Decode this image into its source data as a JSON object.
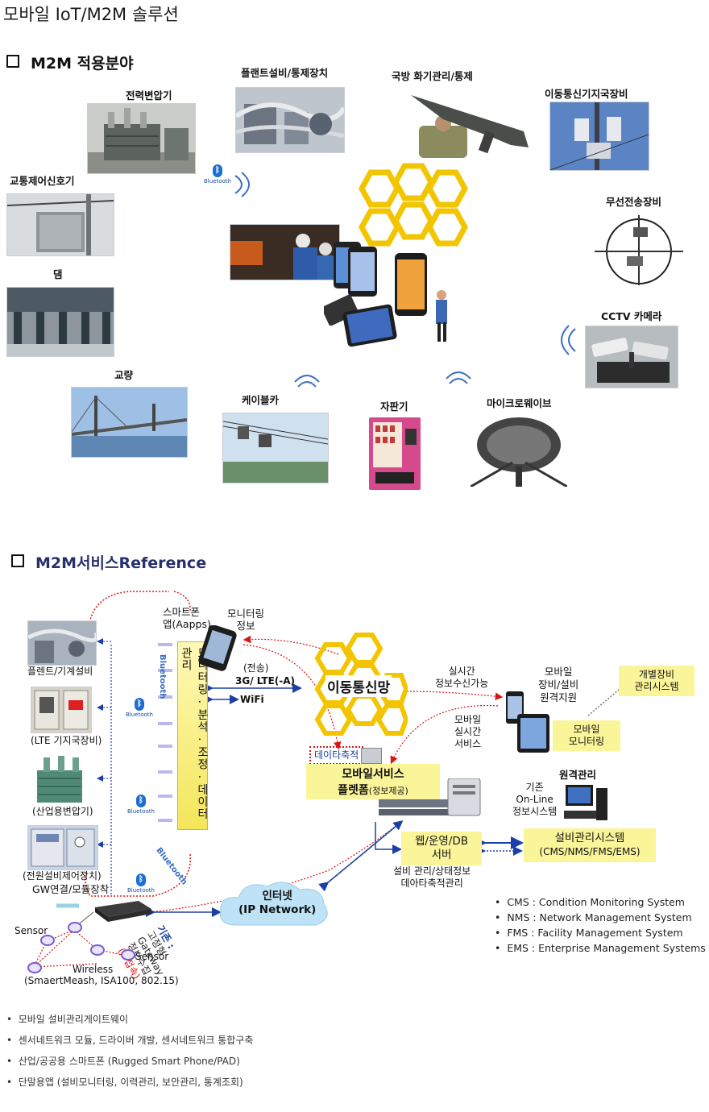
{
  "page_title": "모바일 IoT/M2M 솔루션",
  "section1": {
    "title": "M2M 적용분야",
    "items": {
      "transformer": "전력변압기",
      "plant": "플랜트설비/통제장치",
      "defense": "국방 화기관리/통제",
      "base_station": "이동통신기지국장비",
      "traffic": "교통제어신호기",
      "wireless": "무선전송장비",
      "dam": "댐",
      "cctv": "CCTV 카메라",
      "bridge": "교량",
      "cablecar": "케이블카",
      "vending": "자판기",
      "microwave": "마이크로웨이브"
    },
    "bluetooth": "Bluetooth"
  },
  "section2": {
    "title": "M2M서비스Reference",
    "smartphone_app": [
      "스마트폰",
      "앱(Aapps)"
    ],
    "monitoring_info": [
      "모니터링",
      "정보"
    ],
    "devices": {
      "plant": "플렌트/기계설비",
      "lte": "(LTE 기지국장비)",
      "transformer": "(산업용변압기)",
      "power": "(전원설비제어장치)"
    },
    "gw": "GW연결/모듈장착",
    "bluetooth": "Bluetooth",
    "vertical_bar": "모니터링 ․ 분석 ․ 조정 ․ 데이터관리",
    "transmit": "(전송)",
    "net_3g": "3G/ LTE(-A)",
    "wifi": "WiFi",
    "mobile_net": "이동통신망",
    "realtime": [
      "실시간",
      "정보수신가능"
    ],
    "mobile_remote": [
      "모바일",
      "장비/설비",
      "원격지원"
    ],
    "individual_mgmt": [
      "개별장비",
      "관리시스템"
    ],
    "mobile_realtime": [
      "모바일",
      "실시간",
      "서비스"
    ],
    "mobile_monitoring": [
      "모바일",
      "모니터링"
    ],
    "data_accum": "데이타축적",
    "platform": [
      "모바일서비스",
      "플렛폼",
      "(정보제공)"
    ],
    "remote_mgmt": "원격관리",
    "legacy": [
      "기존",
      "On-Line",
      "정보시스템"
    ],
    "web_server": [
      "웹/운영/DB",
      "서버"
    ],
    "facility_system": [
      "설비관리시스템",
      "(CMS/NMS/FMS/EMS)"
    ],
    "server_desc": [
      "설비 관리/상태정보",
      "데아타축적관리"
    ],
    "internet": [
      "인터넷",
      "(IP Network)"
    ],
    "legacy_gw": [
      "기존 :",
      "고정형",
      "Gateway",
      "정보수집",
      "(IP접속)"
    ],
    "sensor": "Sensor",
    "wireless": "Wireless",
    "wireless_std": "(SmaertMeash, ISA100, 802.15)",
    "legend": [
      "CMS : Condition Monitoring System",
      "NMS : Network Management System",
      "FMS : Facility  Management System",
      "EMS : Enterprise Management Systems"
    ]
  },
  "features": [
    "모바일 설비관리게이트웨이",
    "센서네트워크 모듈, 드라이버 개발, 센서네트워크 통합구축",
    "산업/공공용 스마트폰 (Rugged Smart Phone/PAD)",
    "단말용앱 (설비모니터링, 이력관리, 보안관리, 통계조회)"
  ]
}
